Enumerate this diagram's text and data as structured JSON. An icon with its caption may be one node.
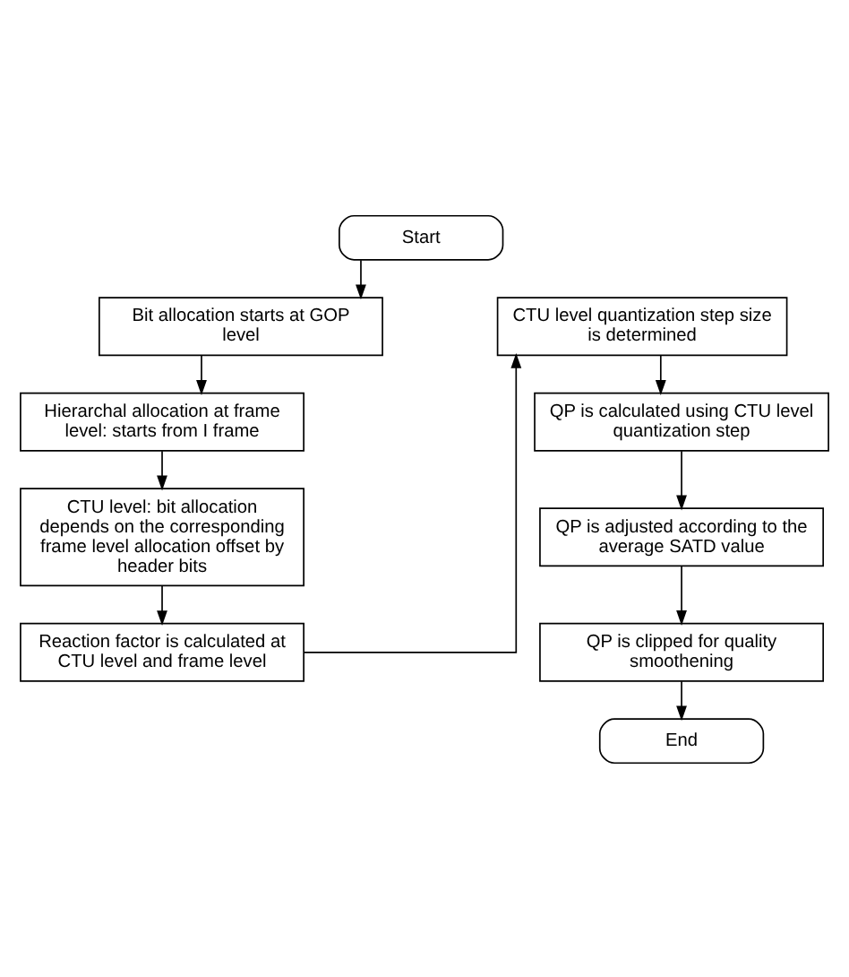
{
  "diagram": {
    "nodes": [
      {
        "text": [
          "Start"
        ]
      },
      {
        "text": [
          "Bit allocation starts at GOP level"
        ]
      },
      {
        "text": [
          "Hierarchal allocation at frame level: starts from I frame"
        ]
      },
      {
        "text": [
          "CTU level: bit allocation depends on the corresponding frame level allocation offset by header bits"
        ]
      },
      {
        "text": [
          "Reaction factor is calculated at CTU level and frame level"
        ]
      },
      {
        "text": [
          "CTU level quantization step size is determined"
        ]
      },
      {
        "text": [
          "QP is calculated using CTU level quantization step"
        ]
      },
      {
        "text": [
          "QP is adjusted according to the average SATD value"
        ]
      },
      {
        "text": [
          "QP is clipped for quality smoothening"
        ]
      },
      {
        "text": [
          "End"
        ]
      }
    ],
    "edges": [
      {
        "from": 0,
        "to": 1,
        "arrow": "to"
      },
      {
        "from": 1,
        "to": 2,
        "arrow": "to"
      },
      {
        "from": 2,
        "to": 3,
        "arrow": "to"
      },
      {
        "from": 3,
        "to": 4,
        "arrow": "to"
      },
      {
        "from": 4,
        "to": 5,
        "arrow": "to"
      },
      {
        "from": 5,
        "to": 6,
        "arrow": "to"
      },
      {
        "from": 6,
        "to": 7,
        "arrow": "to"
      },
      {
        "from": 7,
        "to": 8,
        "arrow": "to"
      },
      {
        "from": 8,
        "to": 9,
        "arrow": "to"
      }
    ]
  }
}
